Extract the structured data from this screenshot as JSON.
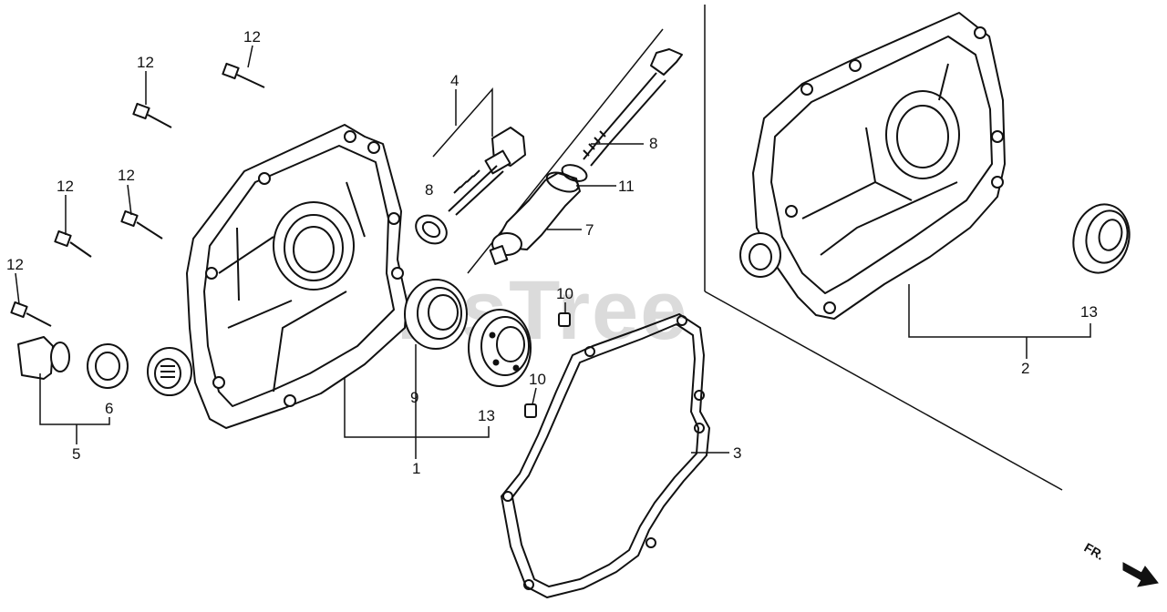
{
  "watermark": "PartsTree",
  "labels": {
    "l1": "1",
    "l2": "2",
    "l3": "3",
    "l4": "4",
    "l5": "5",
    "l6": "6",
    "l7": "7",
    "l8a": "8",
    "l8b": "8",
    "l9": "9",
    "l10a": "10",
    "l10b": "10",
    "l11": "11",
    "l12a": "12",
    "l12b": "12",
    "l12c": "12",
    "l12d": "12",
    "l12e": "12",
    "l13a": "13",
    "l13b": "13"
  },
  "direction_label": "FR."
}
